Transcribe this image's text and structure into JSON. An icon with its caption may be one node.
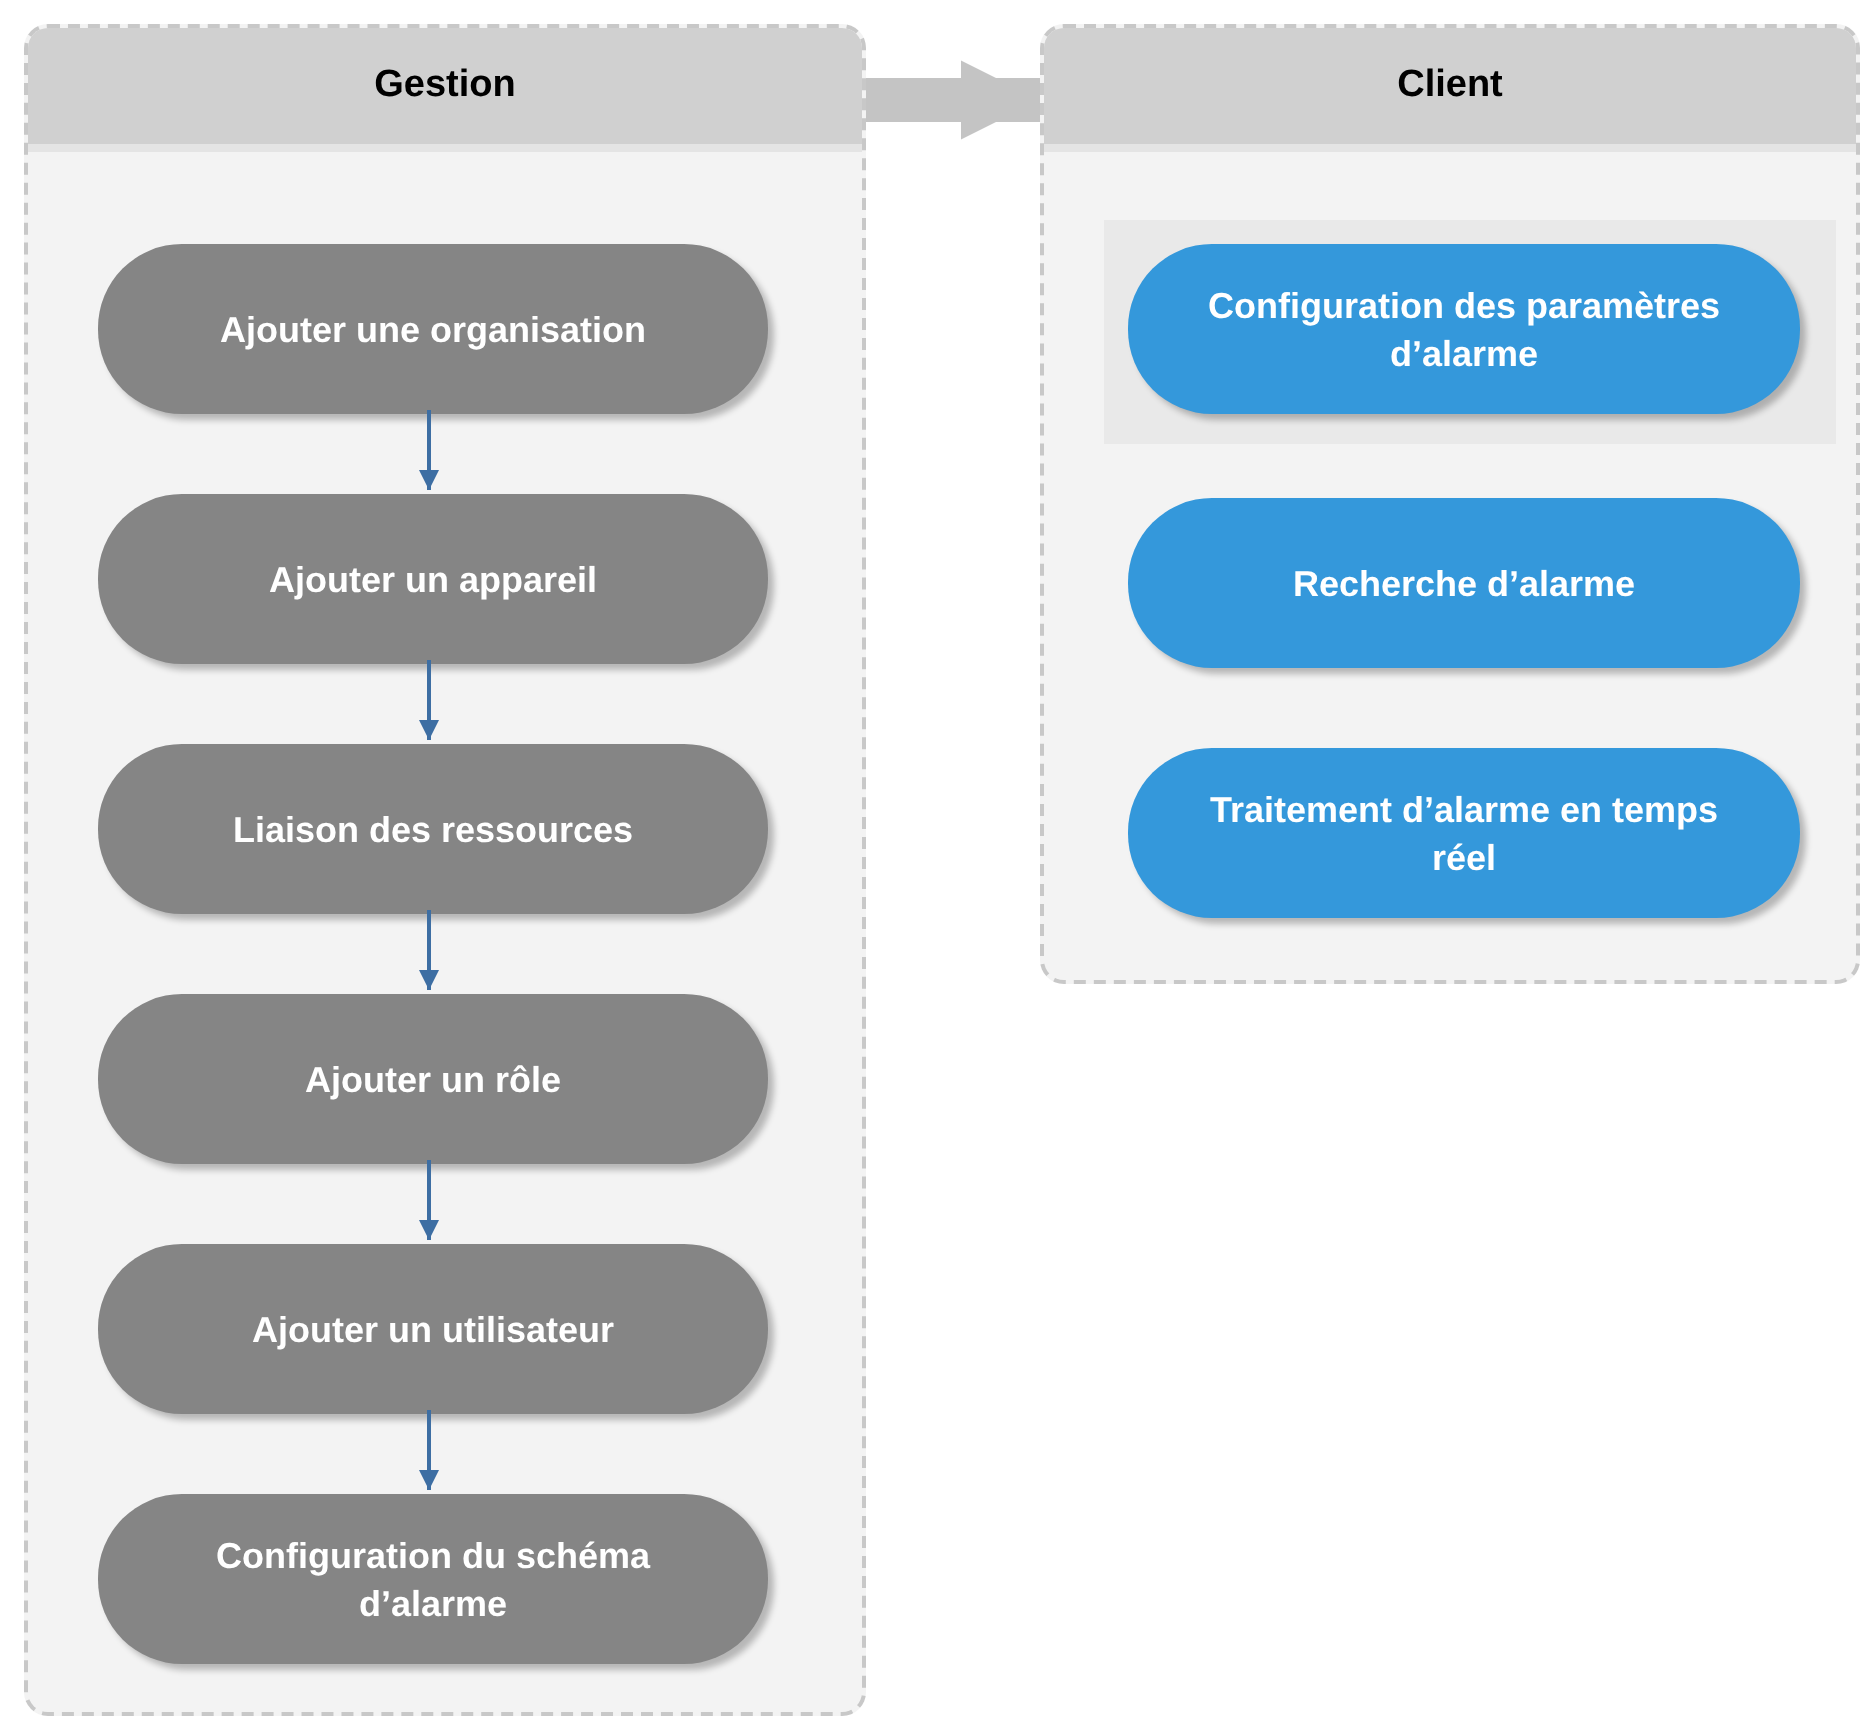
{
  "diagram": {
    "nodes": [
      {
        "text": [
          "Gestion"
        ]
      },
      {
        "text": [
          "Ajouter une organisation"
        ],
        "in": 0
      },
      {
        "text": [
          "Ajouter un appareil"
        ],
        "in": 0
      },
      {
        "text": [
          "Liaison des ressources"
        ],
        "in": 0
      },
      {
        "text": [
          "Ajouter un rôle"
        ],
        "in": 0
      },
      {
        "text": [
          "Ajouter un utilisateur"
        ],
        "in": 0
      },
      {
        "text": [
          "Configuration du schéma d’alarme"
        ],
        "in": 0
      },
      {
        "text": [
          "Client"
        ]
      },
      {
        "text": [
          "Configuration des paramètres d’alarme"
        ],
        "in": 7
      },
      {
        "text": [
          "Recherche d’alarme"
        ],
        "in": 7
      },
      {
        "text": [
          "Traitement d’alarme en temps réel"
        ],
        "in": 7
      }
    ],
    "edges": [
      {
        "from": 0,
        "to": 7,
        "arrow": "to",
        "style": "thick",
        "color": "#c4c4c4"
      },
      {
        "from": 1,
        "to": 2,
        "arrow": "to"
      },
      {
        "from": 2,
        "to": 3,
        "arrow": "to"
      },
      {
        "from": 3,
        "to": 4,
        "arrow": "to"
      },
      {
        "from": 4,
        "to": 5,
        "arrow": "to"
      },
      {
        "from": 5,
        "to": 6,
        "arrow": "to"
      }
    ]
  }
}
